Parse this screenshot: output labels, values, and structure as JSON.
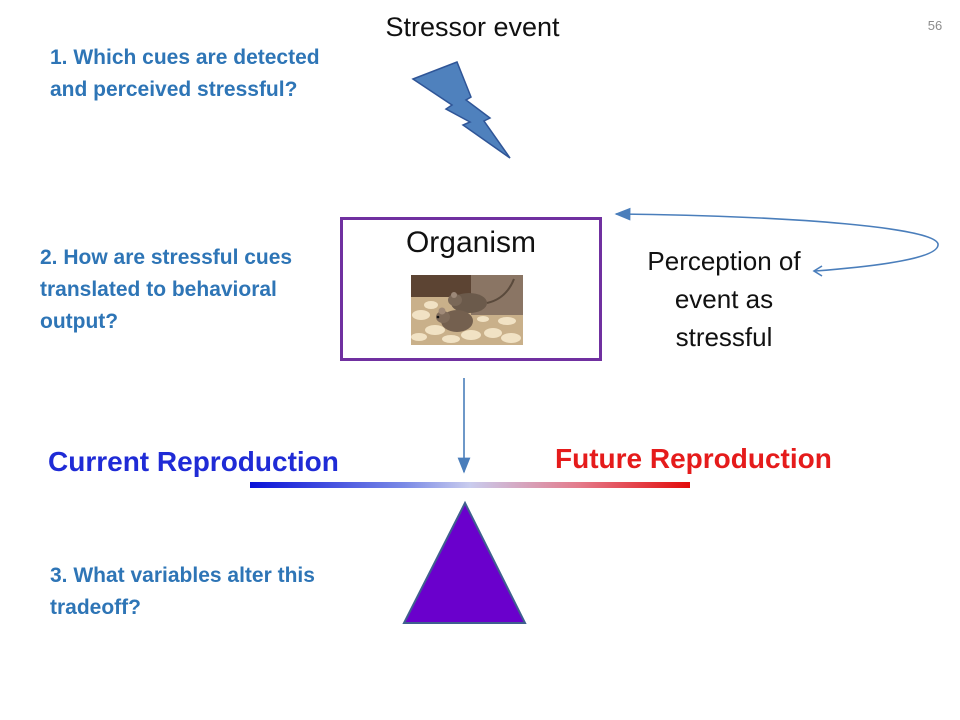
{
  "slide": {
    "number": "56",
    "stressor_title": "Stressor event",
    "questions": [
      "1. Which cues are detected and perceived stressful?",
      "2. How are stressful cues translated to behavioral output?",
      "3. What variables alter this tradeoff?"
    ],
    "organism_label": "Organism",
    "perception_label": "Perception of event as stressful",
    "current_reproduction": "Current Reproduction",
    "future_reproduction": "Future Reproduction"
  },
  "colors": {
    "question_text": "#2e75b6",
    "organism_border": "#7030a0",
    "current": "#1f2bd6",
    "future": "#e51b1b",
    "fulcrum": "#6a00cc",
    "lightning": "#4f81bd",
    "arrow": "#4a7ebb"
  },
  "icons": {
    "stressor": "lightning-bolt-icon",
    "organism_image": "mice-photo",
    "fulcrum": "triangle-fulcrum-icon"
  }
}
